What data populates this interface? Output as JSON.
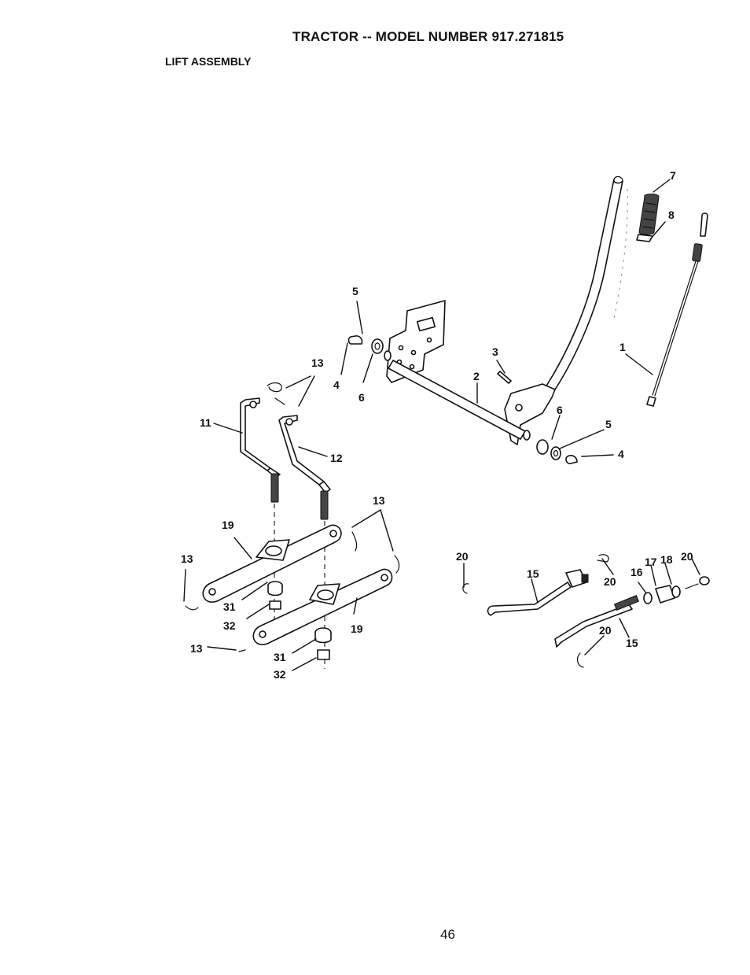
{
  "header": {
    "title": "TRACTOR -- MODEL NUMBER 917.271815",
    "subtitle": "LIFT ASSEMBLY"
  },
  "footer": {
    "page_number": "46"
  },
  "callouts": [
    "1",
    "2",
    "3",
    "4",
    "4",
    "5",
    "5",
    "6",
    "6",
    "7",
    "8",
    "11",
    "12",
    "13",
    "13",
    "13",
    "13",
    "15",
    "15",
    "16",
    "17",
    "18",
    "19",
    "19",
    "20",
    "20",
    "20",
    "20",
    "31",
    "31",
    "32",
    "32"
  ]
}
